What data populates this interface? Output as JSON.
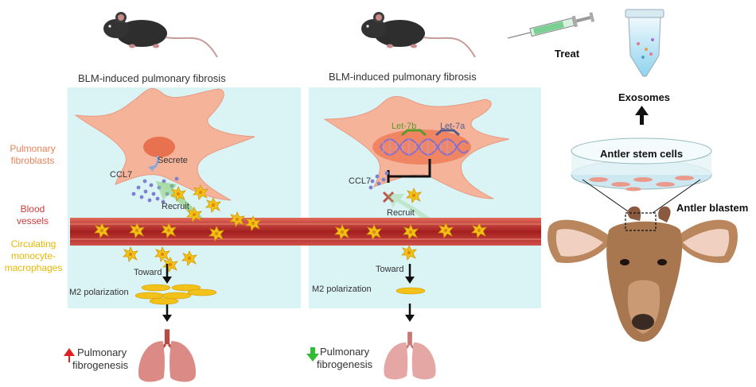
{
  "left_panel": {
    "title": "BLM-induced pulmonary fibrosis",
    "secrete_label": "Secrete",
    "ccl7_label": "CCL7",
    "recruit_label": "Recruit",
    "toward_label": "Toward",
    "m2_label": "M2 polarization",
    "outcome_line1": "Pulmonary",
    "outcome_line2": "fibrogenesis"
  },
  "right_panel": {
    "title": "BLM-induced pulmonary fibrosis",
    "let7b_label": "Let-7b",
    "let7a_label": "Let-7a",
    "ccl7_label": "CCL7",
    "recruit_label": "Recruit",
    "toward_label": "Toward",
    "m2_label": "M2 polarization",
    "outcome_line1": "Pulmonary",
    "outcome_line2": "fibrogenesis"
  },
  "side_labels": {
    "fibroblasts_1": "Pulmonary",
    "fibroblasts_2": "fibroblasts",
    "vessels_1": "Blood",
    "vessels_2": "vessels",
    "macro_1": "Circulating",
    "macro_2": "monocyte-",
    "macro_3": "macrophages"
  },
  "source": {
    "treat_label": "Treat",
    "exosomes_label": "Exosomes",
    "stem_cells_label": "Antler stem cells",
    "blastema_label": "Antler blastem"
  },
  "colors": {
    "fibroblast": "#f5b49a",
    "vessel": "#b52a2a",
    "macrophage": "#f2c21b",
    "panel_bg": "#cdeff2",
    "side_fibro": "#e8845a",
    "side_vessel": "#d23a3a",
    "side_macro": "#e8b800",
    "up_arrow": "#e02020",
    "down_arrow": "#33bb33"
  }
}
